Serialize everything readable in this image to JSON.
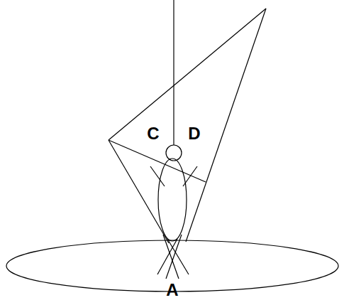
{
  "diagram": {
    "labels": [
      "C",
      "D",
      "A"
    ]
  }
}
